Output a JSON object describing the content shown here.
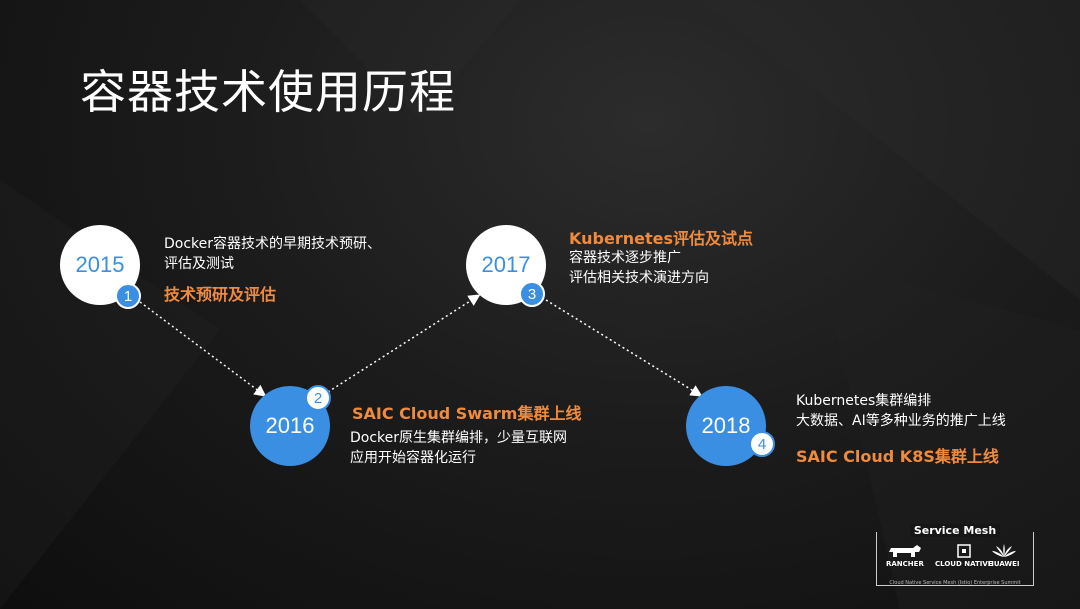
{
  "title": "容器技术使用历程",
  "colors": {
    "accent_blue": "#3a8fe3",
    "stage_orange": "#f08a3c",
    "background": "#161616"
  },
  "milestones": [
    {
      "year": "2015",
      "number": "1",
      "desc_lines": [
        "Docker容器技术的早期技术预研、",
        "评估及测试"
      ],
      "stage": "技术预研及评估"
    },
    {
      "year": "2016",
      "number": "2",
      "desc_lines": [
        "Docker原生集群编排，少量互联网",
        "应用开始容器化运行"
      ],
      "stage": "SAIC Cloud Swarm集群上线"
    },
    {
      "year": "2017",
      "number": "3",
      "desc_lines": [
        "容器技术逐步推广",
        "评估相关技术演进方向"
      ],
      "stage": "Kubernetes评估及试点"
    },
    {
      "year": "2018",
      "number": "4",
      "desc_lines": [
        "Kubernetes集群编排",
        "大数据、AI等多种业务的推广上线"
      ],
      "stage": "SAIC Cloud K8S集群上线"
    }
  ],
  "footer_logo": {
    "title": "Service Mesh",
    "items": [
      "RANCHER",
      "CLOUD NATIVE",
      "HUAWEI"
    ],
    "subtitle": "Cloud Native Service Mesh (Istio) Enterprise Summit",
    "icons": [
      "rancher-logo-icon",
      "cncf-logo-icon",
      "huawei-logo-icon"
    ]
  }
}
